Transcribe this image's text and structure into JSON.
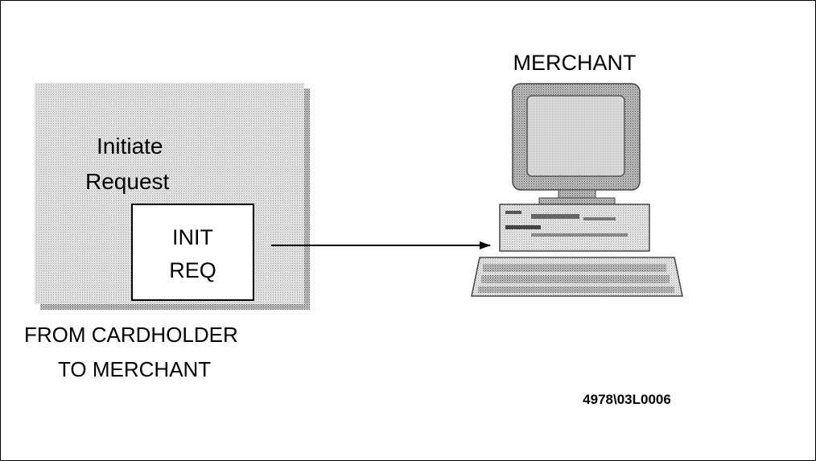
{
  "figure": {
    "message_panel": {
      "title_line1": "Initiate",
      "title_line2": "Request",
      "inner_box": {
        "line1": "INIT",
        "line2": "REQ"
      }
    },
    "direction": {
      "line1": "FROM CARDHOLDER",
      "line2": "TO MERCHANT"
    },
    "merchant": {
      "label": "MERCHANT",
      "icon": "desktop-computer-icon"
    },
    "figure_id": "4978\\03L0006",
    "colors": {
      "panel_fill": "#d6d6d6",
      "shadow": "#8a8a8a",
      "ink": "#000000"
    }
  }
}
